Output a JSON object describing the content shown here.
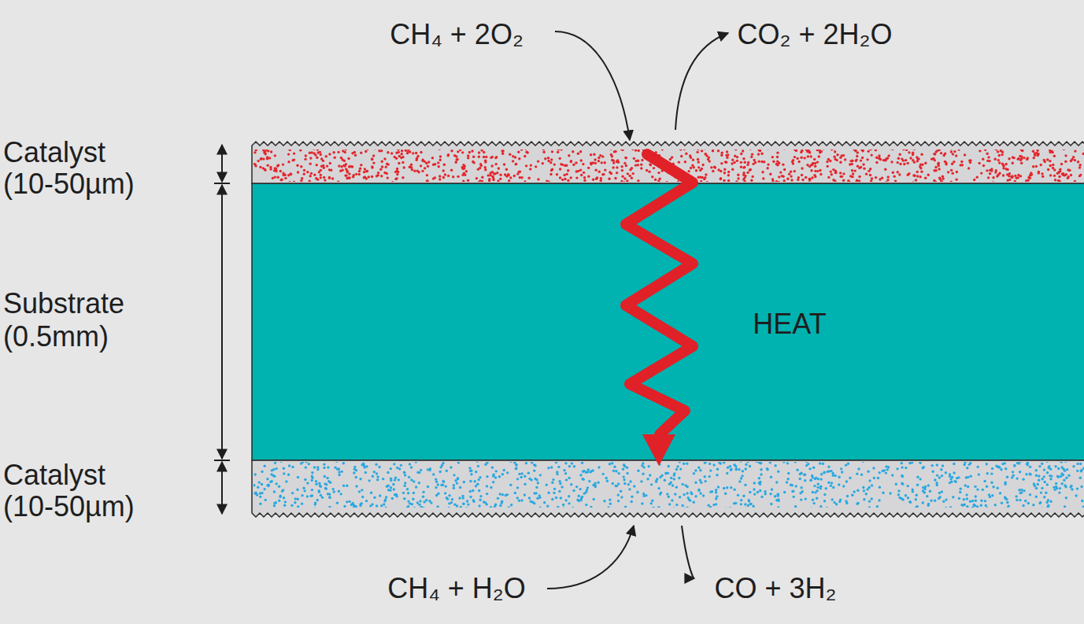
{
  "diagram": {
    "labels": [
      "Catalyst",
      "(10-50µm)",
      "Substrate",
      "(0.5mm)",
      "Catalyst",
      "(10-50µm)",
      "CH₄ + 2O₂",
      "CO₂ + 2H₂O",
      "HEAT",
      "CH₄ + H₂O",
      "CO + 3H₂"
    ]
  }
}
